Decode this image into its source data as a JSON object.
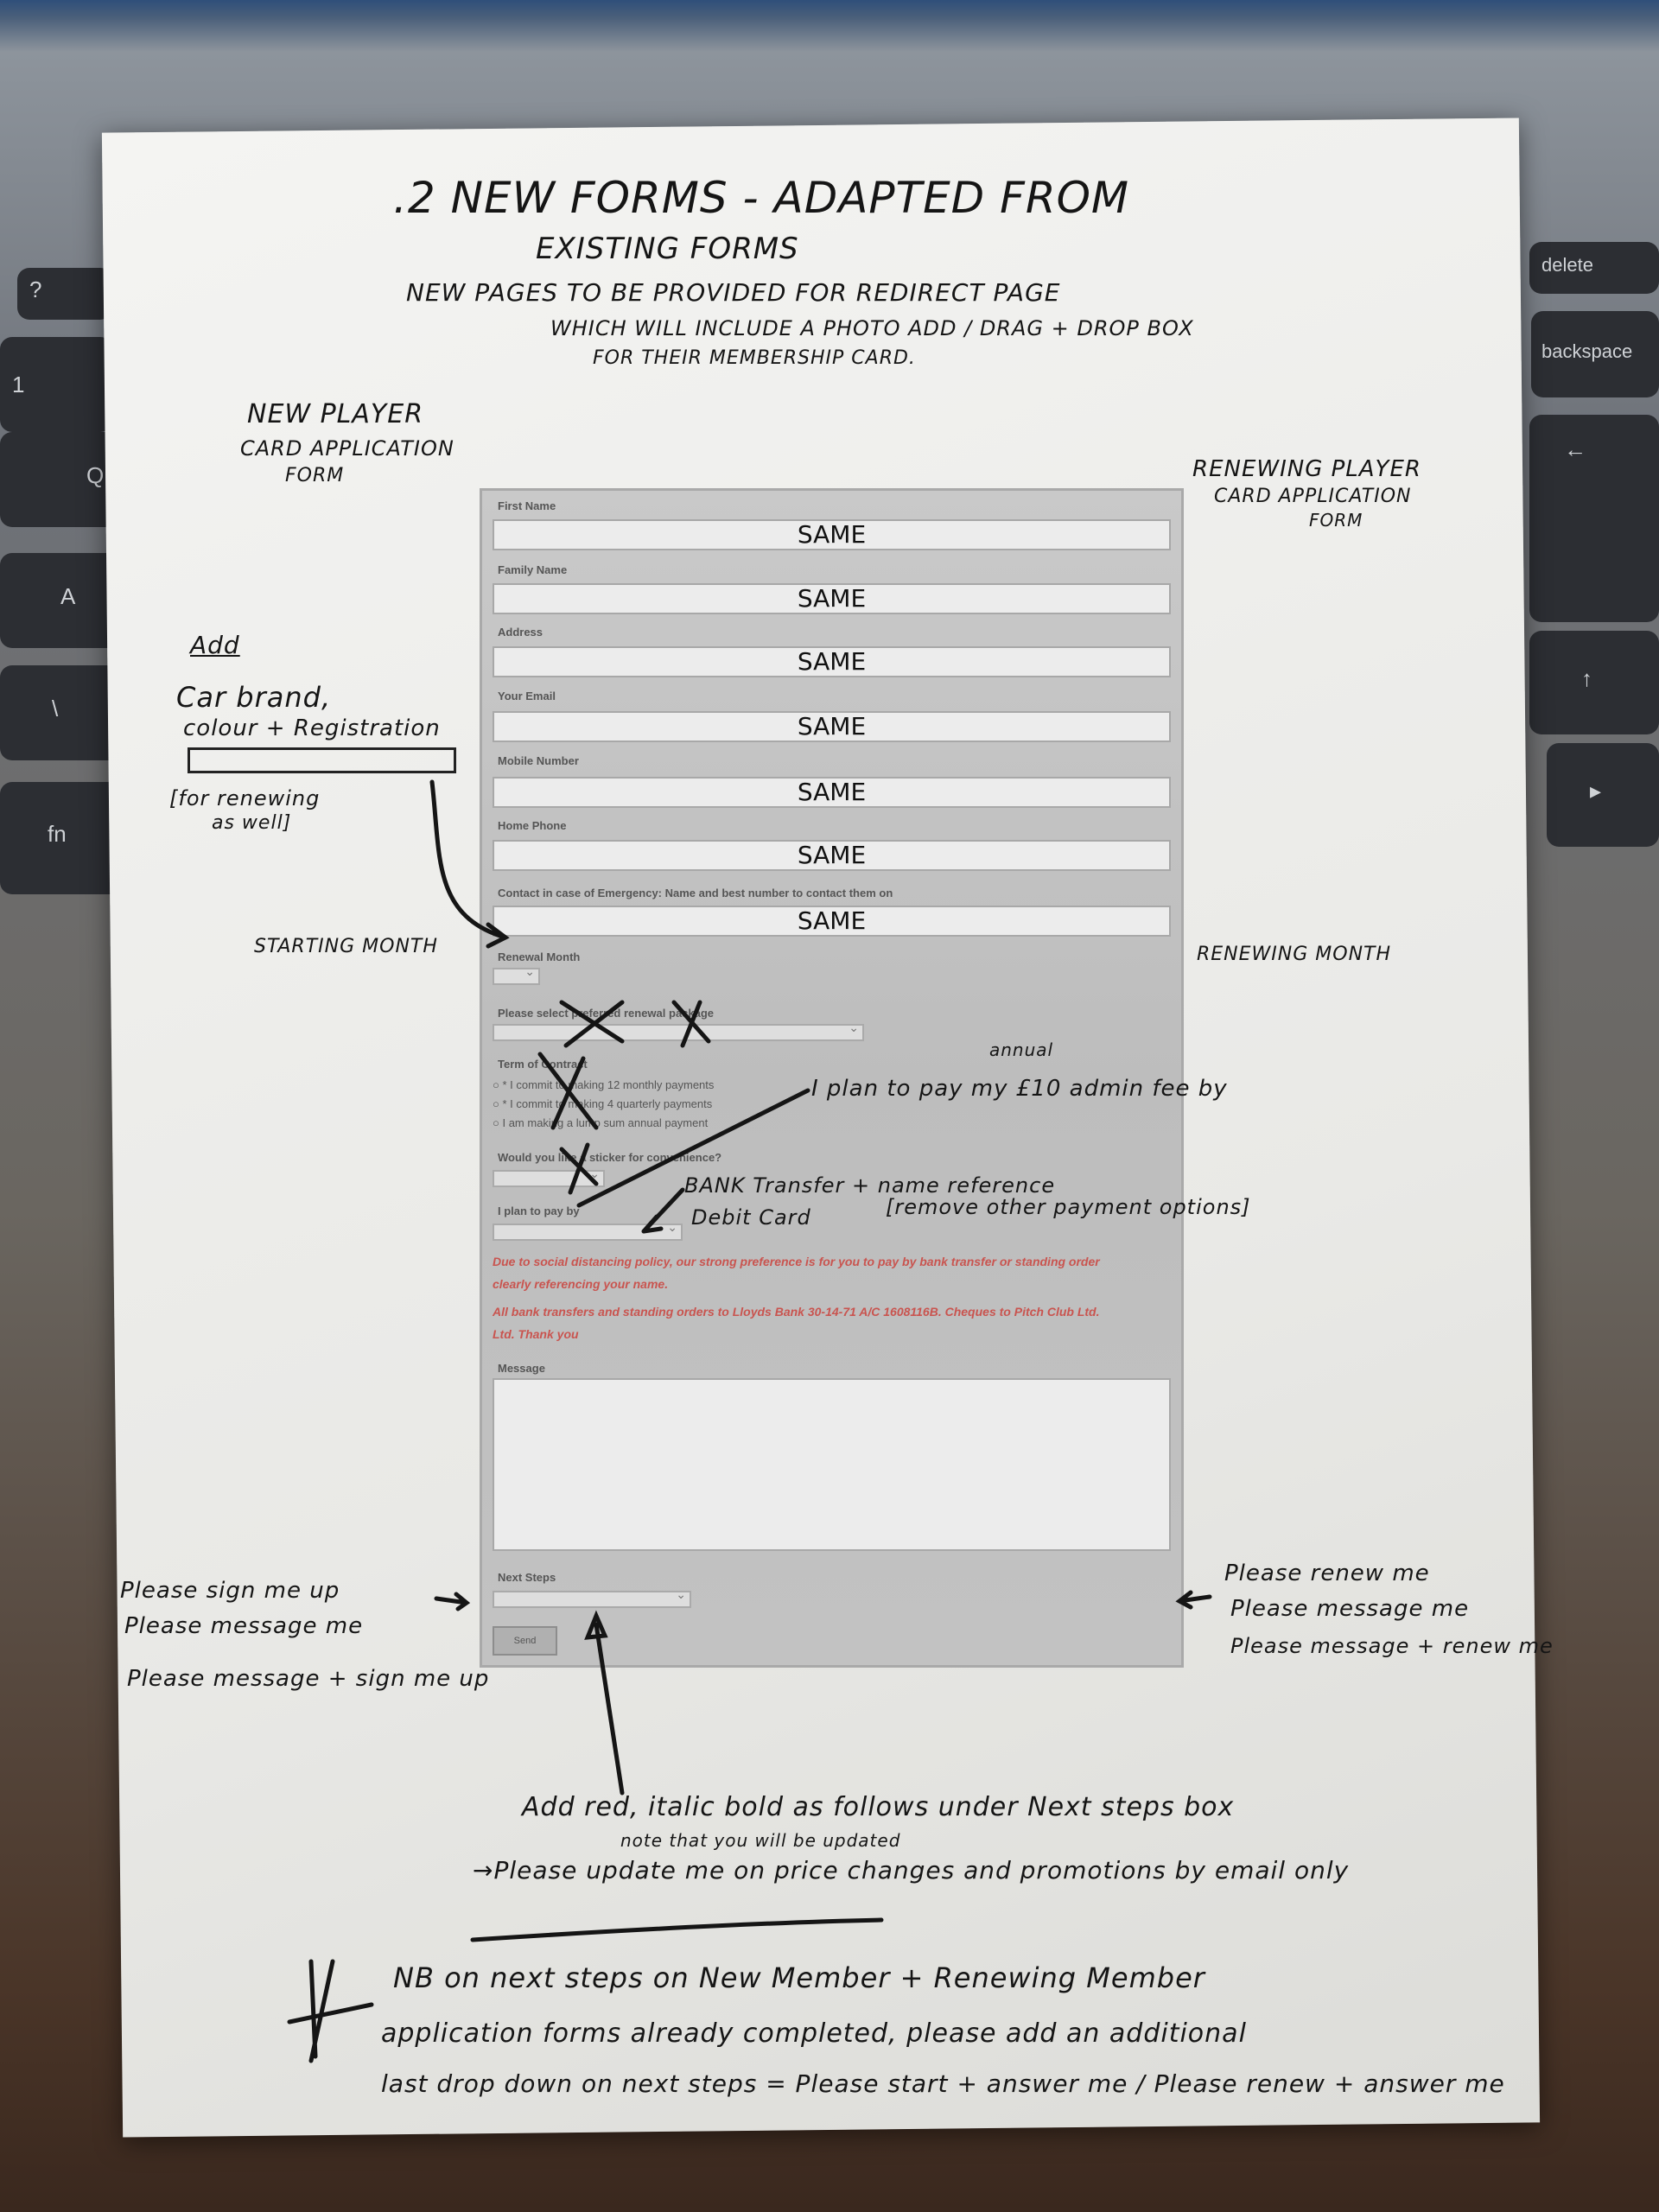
{
  "title": {
    "line1": ".2  NEW FORMS - ADAPTED FROM",
    "line2": "EXISTING FORMS",
    "bullet1": "NEW PAGES TO BE PROVIDED FOR REDIRECT PAGE",
    "bullet1b": "WHICH WILL INCLUDE A PHOTO ADD / DRAG + DROP BOX",
    "bullet1c": "FOR THEIR MEMBERSHIP CARD."
  },
  "left_note": {
    "l1": "NEW PLAYER",
    "l2": "CARD APPLICATION",
    "l3": "FORM"
  },
  "right_note": {
    "l1": "RENEWING PLAYER",
    "l2": "CARD APPLICATION",
    "l3": "FORM"
  },
  "add_note": {
    "heading": "Add",
    "l1": "Car brand,",
    "l2": "colour + Registration",
    "l3": "[for renewing",
    "l4": "as well]"
  },
  "month_notes": {
    "left": "STARTING MONTH",
    "right": "RENEWING MONTH"
  },
  "payment_note": {
    "annual": "annual",
    "main": "I plan to pay my £10 admin fee by",
    "opt1": "BANK Transfer + name reference",
    "opt2": "Debit Card",
    "remove": "[remove other payment options]"
  },
  "form": {
    "fields": [
      {
        "label": "First Name",
        "value": "SAME"
      },
      {
        "label": "Family Name",
        "value": "SAME"
      },
      {
        "label": "Address",
        "value": "SAME"
      },
      {
        "label": "Your Email",
        "value": "SAME"
      },
      {
        "label": "Mobile Number",
        "value": "SAME"
      },
      {
        "label": "Home Phone",
        "value": "SAME"
      },
      {
        "label": "Contact in case of Emergency: Name and best number to contact them on",
        "value": "SAME"
      }
    ],
    "renewal_month": "Renewal Month",
    "package": "Please select preferred renewal package",
    "term": "Term of Contract",
    "radios": [
      "* I commit to making 12 monthly payments",
      "* I commit to making 4 quarterly payments",
      "I am making a lump sum annual payment"
    ],
    "sticker": "Would you like a sticker for convenience?",
    "pay_by": "I plan to pay by",
    "red1": "Due to social distancing policy, our strong preference is for you to pay by bank transfer or standing order",
    "red2": "clearly referencing your name.",
    "red3": "All bank transfers and standing orders to Lloyds Bank 30-14-71 A/C 1608116B. Cheques to Pitch Club Ltd.",
    "red4": "Ltd. Thank you",
    "message": "Message",
    "next_steps": "Next Steps",
    "send": "Send"
  },
  "next_left": [
    "Please sign me up",
    "Please message me",
    "Please message + sign me up"
  ],
  "next_right": [
    "Please renew me",
    "Please message me",
    "Please message + renew me"
  ],
  "bottom": {
    "l1": "Add red, italic bold as follows under Next steps box",
    "l2": "note that you will be updated",
    "l3": "→Please update me on price changes and promotions by email only"
  },
  "nb": {
    "l1": "NB on next steps on New Member + Renewing Member",
    "l2": "application forms already completed, please add an additional",
    "l3": "last drop down on next steps = Please start + answer me / Please renew + answer me"
  },
  "keys": [
    "?",
    "1",
    "Q",
    "A",
    "\\",
    "fn",
    "delete",
    "backspace",
    "←",
    "↑",
    "▸"
  ]
}
